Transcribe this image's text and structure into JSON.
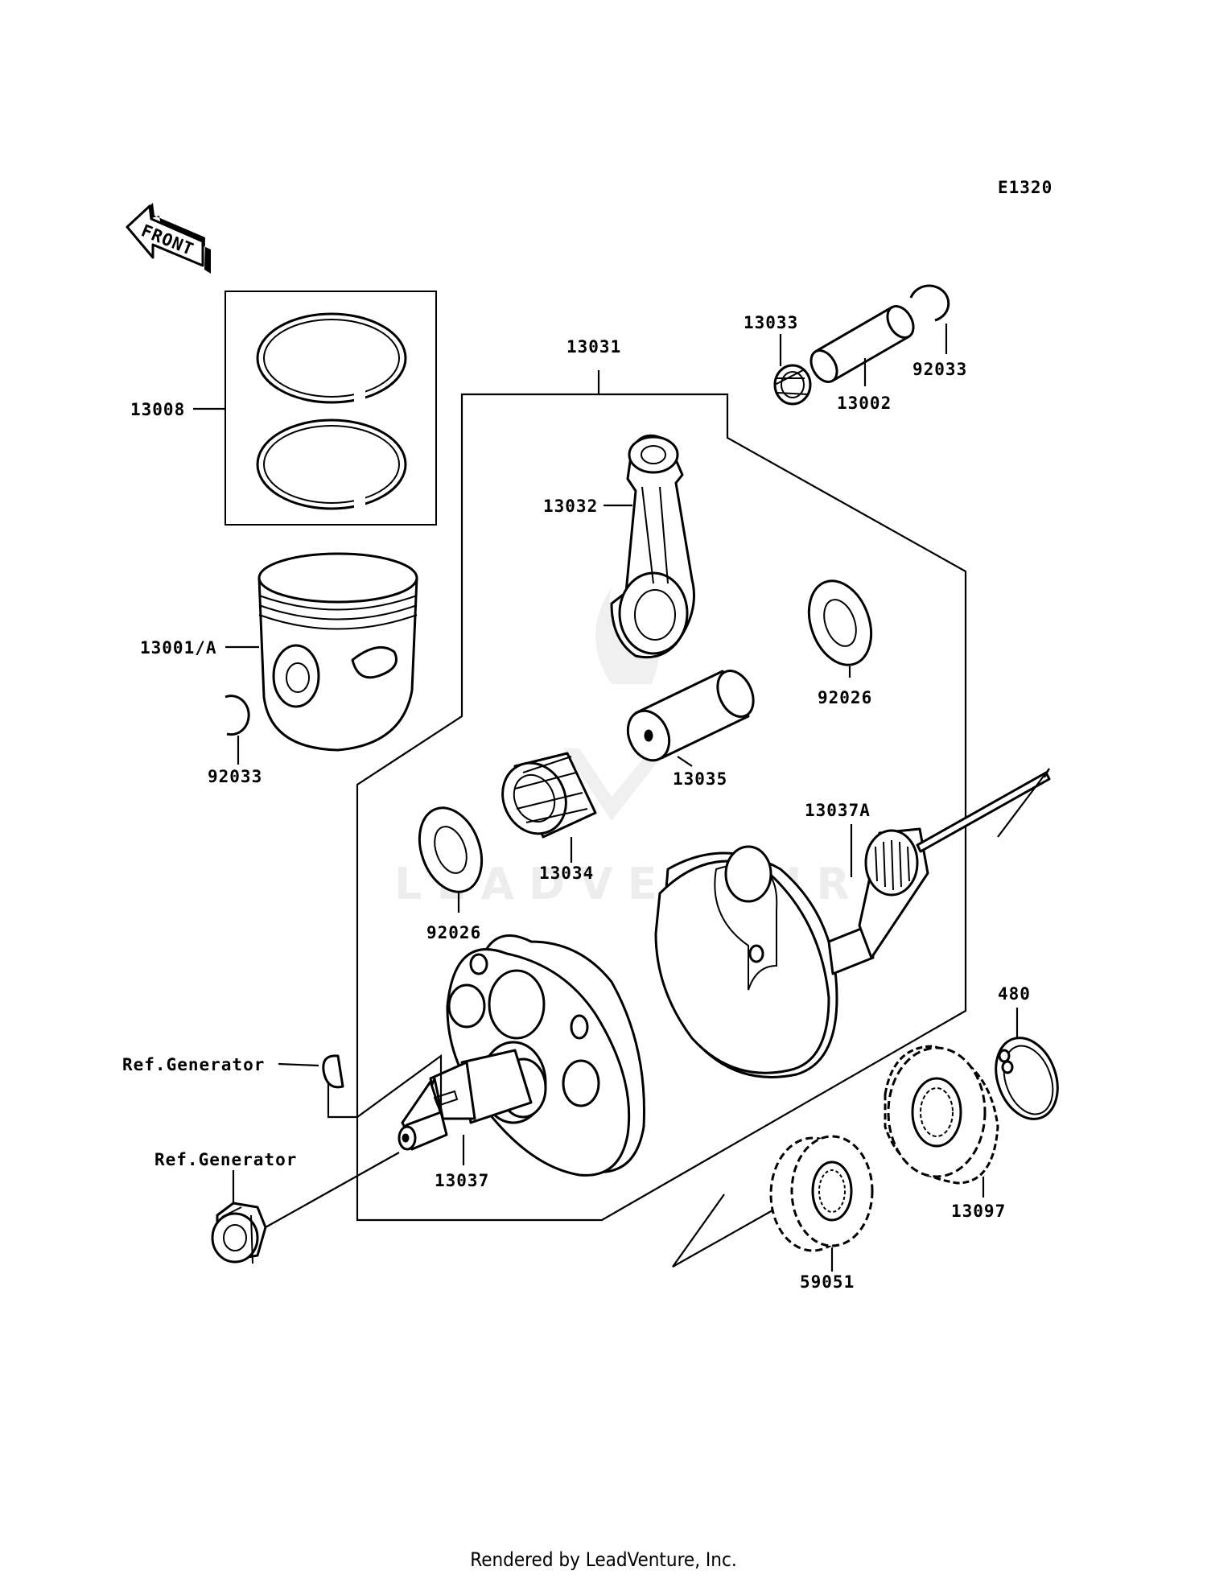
{
  "diagram_code": "E1320",
  "front_label": "FRONT",
  "watermark": "LEADVENTURE",
  "footer": "Rendered by LeadVenture, Inc.",
  "callouts": {
    "rings": "13008",
    "piston": "13001/A",
    "clip_left": "92033",
    "crank_assy": "13031",
    "conrod": "13032",
    "needle_small": "13033",
    "pin": "13002",
    "clip_right": "92033",
    "washer_right": "92026",
    "crankpin": "13035",
    "needle_big": "13034",
    "washer_left": "92026",
    "crank_right": "13037A",
    "ref_gen_1": "Ref.Generator",
    "ref_gen_2": "Ref.Generator",
    "crank_left": "13037",
    "circlip": "480",
    "gear_big": "13097",
    "gear_small": "59051"
  }
}
